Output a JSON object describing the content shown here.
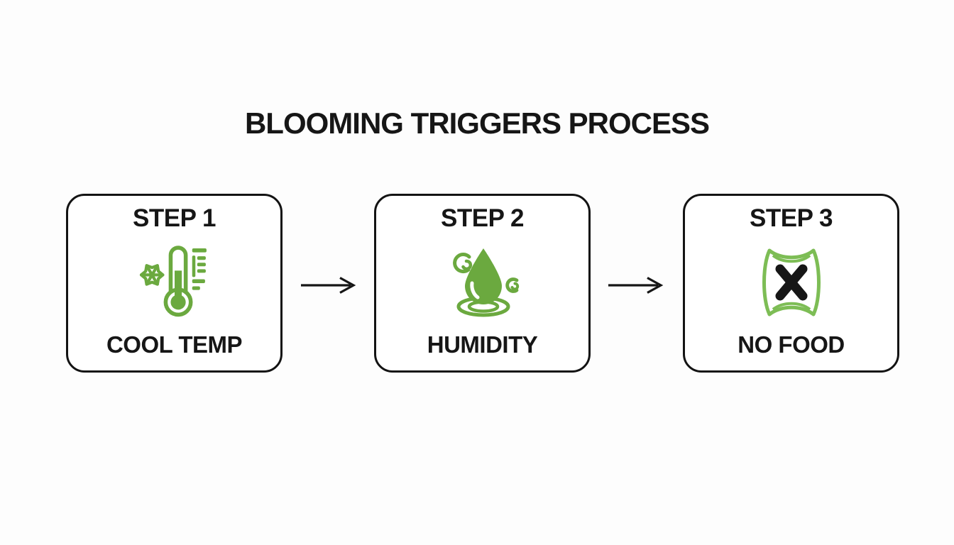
{
  "title": "BLOOMING TRIGGERS PROCESS",
  "steps": [
    {
      "label": "STEP 1",
      "caption": "COOL TEMP",
      "icon": "thermometer-snowflake-icon"
    },
    {
      "label": "STEP 2",
      "caption": "HUMIDITY",
      "icon": "humidity-drop-icon"
    },
    {
      "label": "STEP 3",
      "caption": "NO FOOD",
      "icon": "no-food-bag-icon"
    }
  ],
  "connectors": [
    {
      "type": "arrow-right"
    },
    {
      "type": "arrow-right"
    }
  ],
  "colors": {
    "icon_green": "#6BA93F",
    "bag_green": "#7DBD55",
    "text": "#161616",
    "border": "#131313",
    "background": "#FDFDFD"
  }
}
